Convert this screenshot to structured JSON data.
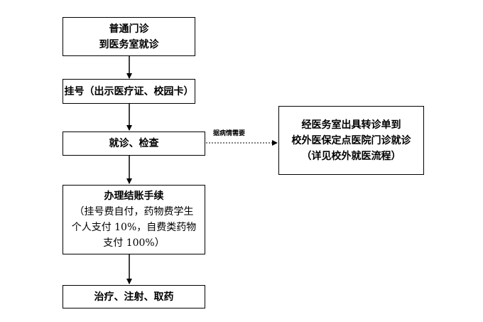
{
  "nodes": {
    "outpatient": {
      "line1": "普通门诊",
      "line2": "到医务室就诊"
    },
    "register": {
      "text": "挂号（出示医疗证、校园卡）"
    },
    "consult": {
      "text": "就诊、检查"
    },
    "checkout": {
      "title": "办理结账手续",
      "line1": "（挂号费自付，药物费学生",
      "line2": "个人支付 10%，自费类药物",
      "line3": "支付 100%）"
    },
    "treatment": {
      "text": "治疗、注射、取药"
    },
    "referral": {
      "line1": "经医务室出具转诊单到",
      "line2": "校外医保定点医院门诊就诊",
      "line3": "（详见校外就医流程）"
    }
  },
  "edges": {
    "consult_to_referral": {
      "label": "据病情需要"
    }
  }
}
